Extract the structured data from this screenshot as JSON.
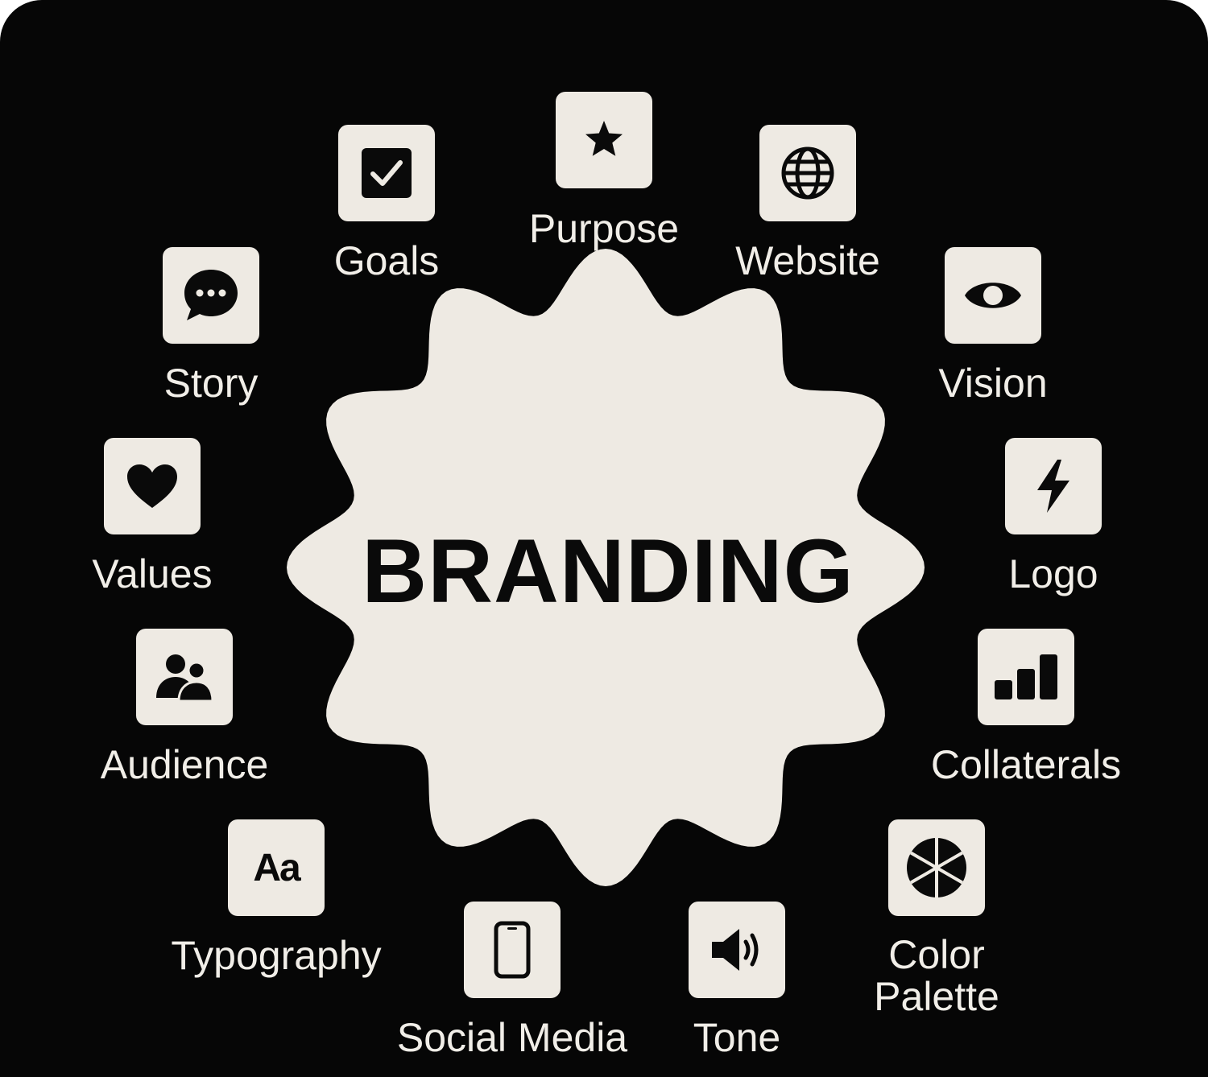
{
  "center": {
    "title": "BRANDING"
  },
  "colors": {
    "background": "#060606",
    "tile": "#eeeae3",
    "label": "#f1eee8",
    "icon": "#0a0a0a"
  },
  "nodes": [
    {
      "label": "Purpose",
      "icon": "star-icon"
    },
    {
      "label": "Website",
      "icon": "globe-icon"
    },
    {
      "label": "Vision",
      "icon": "eye-icon"
    },
    {
      "label": "Logo",
      "icon": "lightning-icon"
    },
    {
      "label": "Collaterals",
      "icon": "bar-chart-icon"
    },
    {
      "label": "Color\nPalette",
      "icon": "color-wheel-icon"
    },
    {
      "label": "Tone",
      "icon": "speaker-icon"
    },
    {
      "label": "Social Media",
      "icon": "smartphone-icon"
    },
    {
      "label": "Typography",
      "icon": "typography-icon",
      "glyph": "Aa"
    },
    {
      "label": "Audience",
      "icon": "people-icon"
    },
    {
      "label": "Values",
      "icon": "heart-icon"
    },
    {
      "label": "Story",
      "icon": "chat-bubble-icon"
    },
    {
      "label": "Goals",
      "icon": "checkbox-icon"
    }
  ]
}
